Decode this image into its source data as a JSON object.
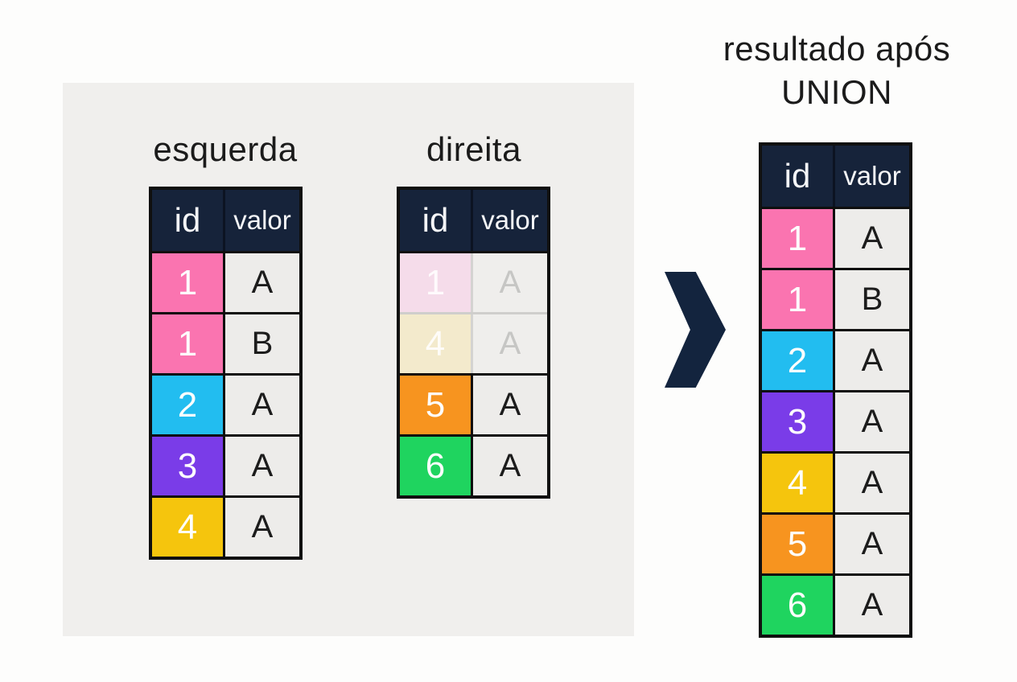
{
  "page": {
    "background": "#fdfdfc",
    "panel_bg": "#f0efed"
  },
  "colors": {
    "header_bg": "#16233a",
    "border": "#0f0f0f",
    "cell_bg": "#edecea",
    "faded_border": "#cfcecc",
    "arrow": "#13243e",
    "pink": "#fa74b0",
    "cyan": "#22bdf0",
    "purple": "#7a3ce8",
    "yellow": "#f5c50d",
    "orange": "#f7941f",
    "green": "#1fd45f",
    "faded_pink": "#f5dcea",
    "faded_yellow": "#f3eacc"
  },
  "arrow": {
    "glyph": "chevron-right"
  },
  "result_title": {
    "line1": "resultado após",
    "line2": "UNION"
  },
  "tables": {
    "esquerda": {
      "title": "esquerda",
      "headers": [
        "id",
        "valor"
      ],
      "rows": [
        {
          "id": "1",
          "valor": "A",
          "id_bg": "#fa74b0",
          "faded": false
        },
        {
          "id": "1",
          "valor": "B",
          "id_bg": "#fa74b0",
          "faded": false
        },
        {
          "id": "2",
          "valor": "A",
          "id_bg": "#22bdf0",
          "faded": false
        },
        {
          "id": "3",
          "valor": "A",
          "id_bg": "#7a3ce8",
          "faded": false
        },
        {
          "id": "4",
          "valor": "A",
          "id_bg": "#f5c50d",
          "faded": false
        }
      ]
    },
    "direita": {
      "title": "direita",
      "headers": [
        "id",
        "valor"
      ],
      "rows": [
        {
          "id": "1",
          "valor": "A",
          "id_bg": "#f5dcea",
          "faded": true
        },
        {
          "id": "4",
          "valor": "A",
          "id_bg": "#f3eacc",
          "faded": true
        },
        {
          "id": "5",
          "valor": "A",
          "id_bg": "#f7941f",
          "faded": false
        },
        {
          "id": "6",
          "valor": "A",
          "id_bg": "#1fd45f",
          "faded": false
        }
      ]
    },
    "resultado": {
      "headers": [
        "id",
        "valor"
      ],
      "rows": [
        {
          "id": "1",
          "valor": "A",
          "id_bg": "#fa74b0",
          "faded": false
        },
        {
          "id": "1",
          "valor": "B",
          "id_bg": "#fa74b0",
          "faded": false
        },
        {
          "id": "2",
          "valor": "A",
          "id_bg": "#22bdf0",
          "faded": false
        },
        {
          "id": "3",
          "valor": "A",
          "id_bg": "#7a3ce8",
          "faded": false
        },
        {
          "id": "4",
          "valor": "A",
          "id_bg": "#f5c50d",
          "faded": false
        },
        {
          "id": "5",
          "valor": "A",
          "id_bg": "#f7941f",
          "faded": false
        },
        {
          "id": "6",
          "valor": "A",
          "id_bg": "#1fd45f",
          "faded": false
        }
      ]
    }
  }
}
